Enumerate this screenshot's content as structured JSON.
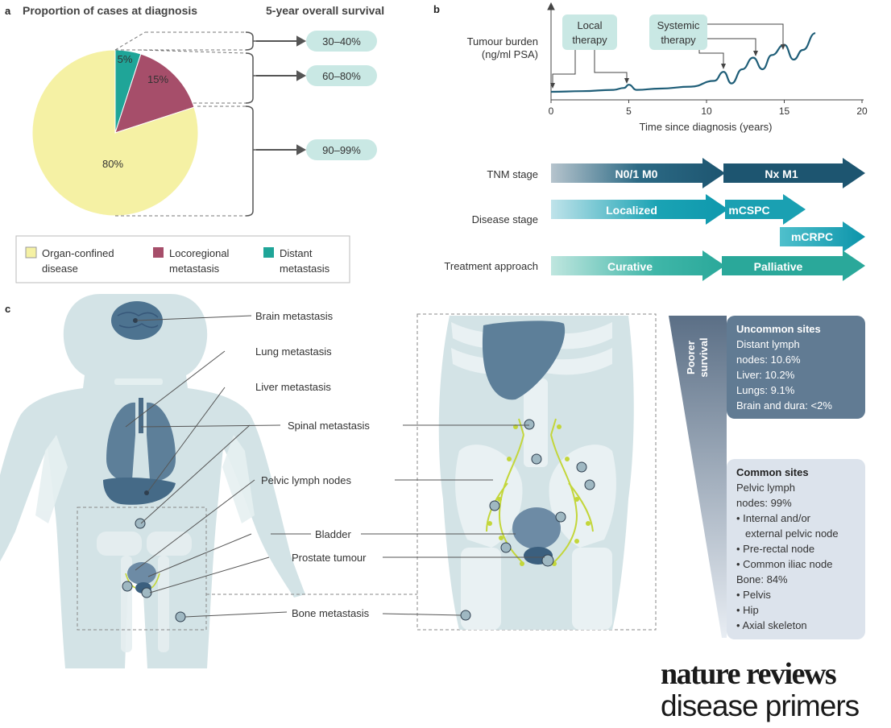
{
  "panel_a": {
    "label": "a",
    "title": "Proportion of cases at diagnosis",
    "survival_title": "5-year overall survival",
    "chart_data": {
      "type": "pie",
      "title": "Proportion of cases at diagnosis",
      "slices": [
        {
          "label": "Distant metastasis",
          "value": 5,
          "text": "5%",
          "color": "#1fa598"
        },
        {
          "label": "Locoregional metastasis",
          "value": 15,
          "text": "15%",
          "color": "#a64e6a"
        },
        {
          "label": "Organ-confined disease",
          "value": 80,
          "text": "80%",
          "color": "#f5f1a4"
        }
      ],
      "survival": [
        "30–40%",
        "60–80%",
        "90–99%"
      ]
    },
    "legend": [
      {
        "line1": "Organ-confined",
        "line2": "disease",
        "color": "#f5f1a4"
      },
      {
        "line1": "Locoregional",
        "line2": "metastasis",
        "color": "#a64e6a"
      },
      {
        "line1": "Distant",
        "line2": "metastasis",
        "color": "#1fa598"
      }
    ]
  },
  "panel_b": {
    "label": "b",
    "ylabel_1": "Tumour burden",
    "ylabel_2": "(ng/ml PSA)",
    "xlabel": "Time since diagnosis (years)",
    "callout_local_1": "Local",
    "callout_local_2": "therapy",
    "callout_systemic_1": "Systemic",
    "callout_systemic_2": "therapy",
    "chart_data": {
      "type": "line",
      "x_ticks": [
        "0",
        "5",
        "10",
        "15",
        "20"
      ],
      "xlim": [
        0,
        20
      ],
      "series": [
        {
          "x": [
            0,
            2,
            4,
            4.7,
            5,
            5.5,
            7,
            9,
            10.5,
            11.1,
            11.6,
            12.3,
            13.0,
            13.6,
            14.2,
            15.0,
            15.6,
            16.2,
            17.0
          ],
          "y": [
            0.05,
            0.06,
            0.08,
            0.11,
            0.16,
            0.08,
            0.1,
            0.13,
            0.22,
            0.36,
            0.18,
            0.4,
            0.58,
            0.4,
            0.62,
            0.78,
            0.55,
            0.7,
            0.96
          ]
        }
      ],
      "local_therapy_x": [
        0,
        5
      ],
      "systemic_therapy_x": [
        11.2,
        13.2,
        15.1
      ]
    },
    "rows": [
      {
        "label": "TNM stage",
        "arrows": [
          "N0/1 M0",
          "Nx M1"
        ]
      },
      {
        "label": "Disease stage",
        "arrows": [
          "Localized",
          "mCSPC",
          "mCRPC"
        ]
      },
      {
        "label": "Treatment approach",
        "arrows": [
          "Curative",
          "Palliative"
        ]
      }
    ]
  },
  "panel_c": {
    "label": "c",
    "labels": [
      "Brain metastasis",
      "Lung metastasis",
      "Liver metastasis",
      "Spinal metastasis",
      "Pelvic lymph nodes",
      "Bladder",
      "Prostate tumour",
      "Bone metastasis"
    ],
    "survival_label_1": "Poorer",
    "survival_label_2": "survival",
    "uncommon": {
      "title": "Uncommon sites",
      "lines": [
        "Distant lymph",
        "nodes: 10.6%",
        "Liver: 10.2%",
        "Lungs: 9.1%",
        "Brain and dura: <2%"
      ]
    },
    "common": {
      "title": "Common sites",
      "lines": [
        "Pelvic lymph",
        "nodes: 99%",
        "• Internal and/or",
        "external pelvic node",
        "• Pre-rectal node",
        "• Common iliac node",
        "Bone: 84%",
        "• Pelvis",
        "• Hip",
        "• Axial skeleton"
      ]
    }
  },
  "brand": {
    "line1": "nature reviews",
    "line2": "disease primers"
  },
  "colors": {
    "teal_box": "#c9e8e4",
    "navy": "#1f5e78",
    "body": "#d3e3e6",
    "bone": "#e6eff1",
    "organ": "#5d7f99",
    "node": "#c3d63a",
    "uncommon_box": "#617b93",
    "common_box": "#dce3ec"
  }
}
